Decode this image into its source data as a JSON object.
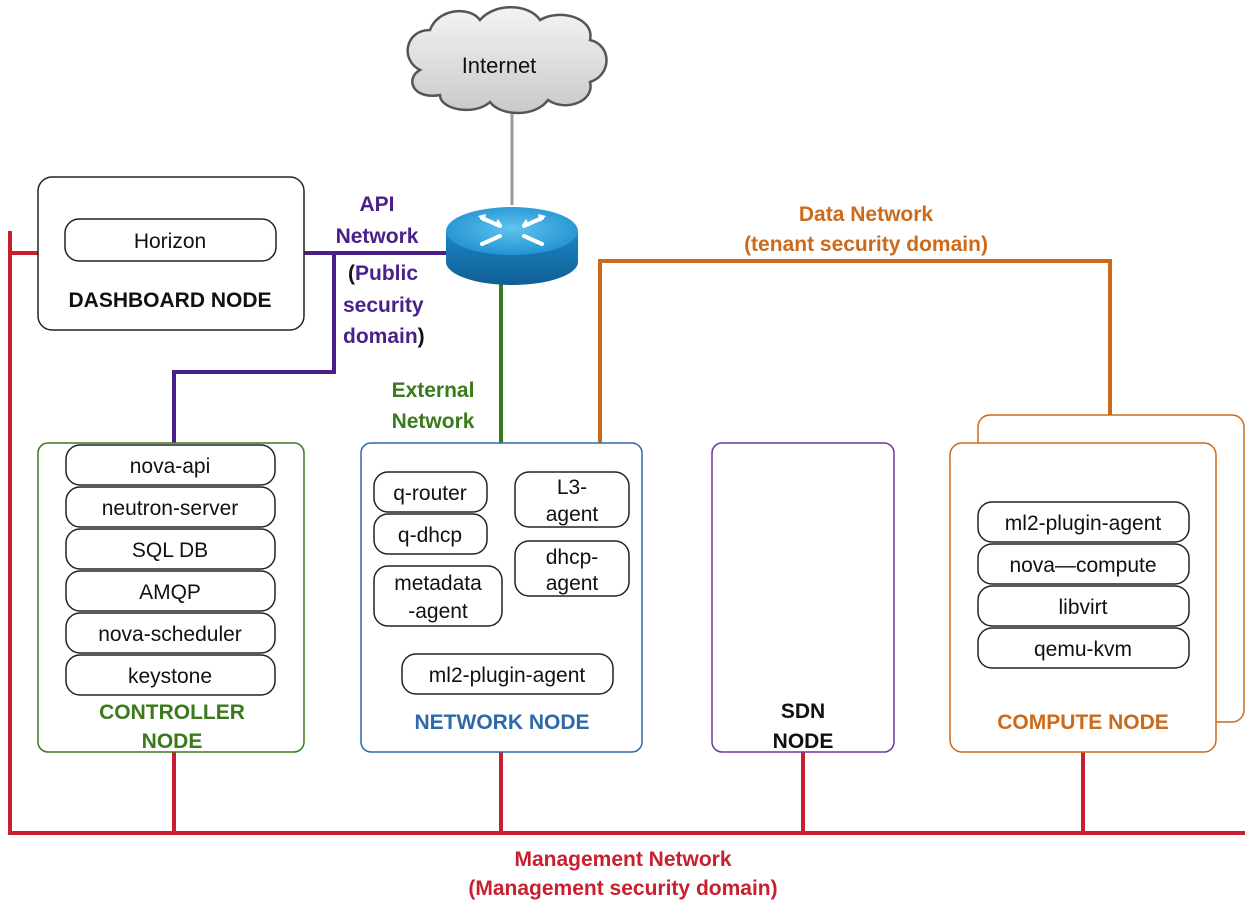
{
  "internet": {
    "label": "Internet"
  },
  "api_network": {
    "line1": "API",
    "line2": "Network",
    "open_paren": "(",
    "public_line1": "Public",
    "public_line2": "security",
    "public_line3": "domain",
    "close_paren": ")"
  },
  "external_network": {
    "line1": "External",
    "line2": "Network"
  },
  "data_network": {
    "line1": "Data Network",
    "line2": "(tenant security domain)"
  },
  "management_network": {
    "line1": "Management Network",
    "line2": "(Management security domain)"
  },
  "dashboard_node": {
    "title": "DASHBOARD NODE",
    "services": [
      "Horizon"
    ]
  },
  "controller_node": {
    "title_line1": "CONTROLLER",
    "title_line2": "NODE",
    "services": [
      "nova-api",
      "neutron-server",
      "SQL DB",
      "AMQP",
      "nova-scheduler",
      "keystone"
    ]
  },
  "network_node": {
    "title": "NETWORK NODE",
    "q_router": "q-router",
    "q_dhcp": "q-dhcp",
    "metadata_agent": [
      "metadata",
      "-agent"
    ],
    "l3_agent": [
      "L3-",
      "agent"
    ],
    "dhcp_agent": [
      "dhcp-",
      "agent"
    ],
    "ml2_plugin_agent": "ml2-plugin-agent"
  },
  "sdn_node": {
    "title_line1": "SDN",
    "title_line2": "NODE"
  },
  "compute_node": {
    "title": "COMPUTE NODE",
    "services": [
      "ml2-plugin-agent",
      "nova—compute",
      "libvirt",
      "qemu-kvm"
    ]
  },
  "colors": {
    "management": "#c8202f",
    "api": "#4b1f8a",
    "external": "#3a7a1c",
    "data": "#cc6a1c",
    "network_node": "#2e6aa8",
    "sdn_node": "#6a3a9a",
    "internet_line": "#999999"
  }
}
